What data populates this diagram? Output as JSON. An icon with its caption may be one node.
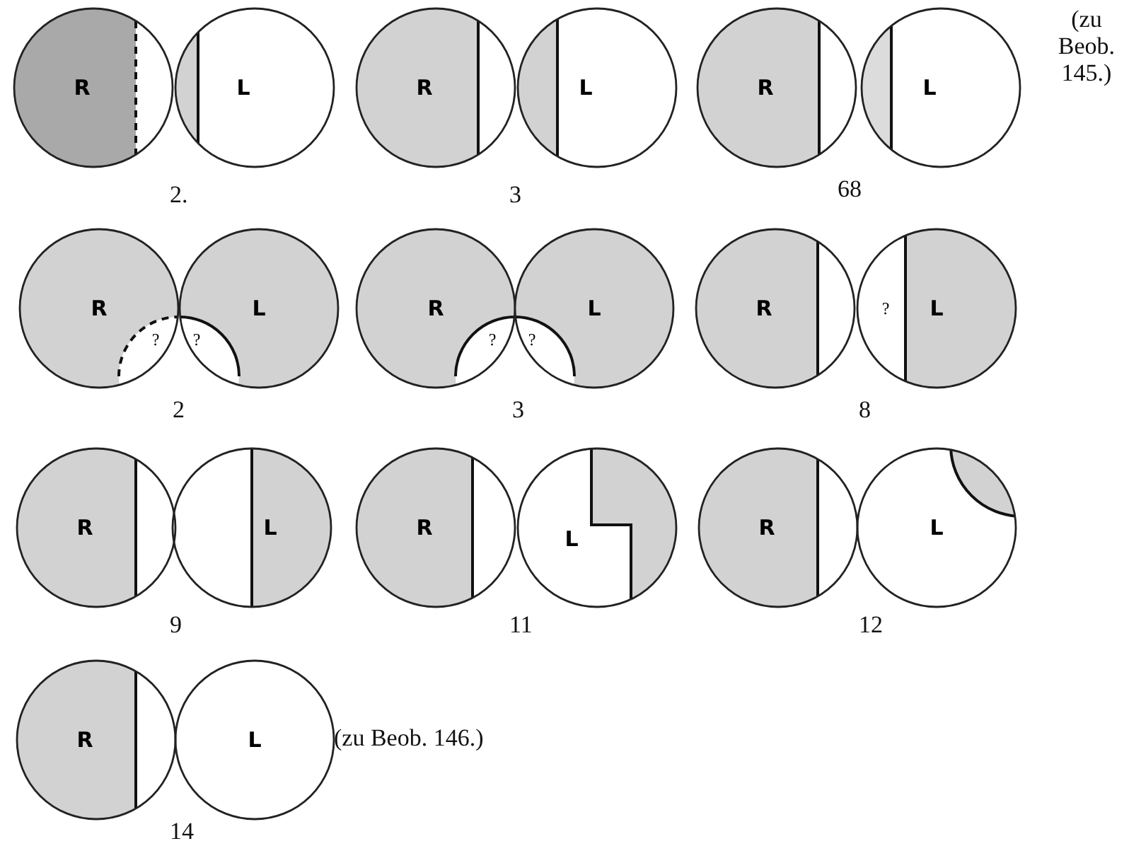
{
  "diagram": {
    "nodes": [
      {
        "text": [
          "R"
        ]
      },
      {
        "text": [
          "L"
        ]
      },
      {
        "text": [
          "R"
        ]
      },
      {
        "text": [
          "L"
        ]
      },
      {
        "text": [
          "R"
        ]
      },
      {
        "text": [
          "L"
        ]
      },
      {
        "text": [
          "R",
          "?"
        ]
      },
      {
        "text": [
          "L",
          "?"
        ]
      },
      {
        "text": [
          "R",
          "?"
        ]
      },
      {
        "text": [
          "L",
          "?"
        ]
      },
      {
        "text": [
          "R"
        ]
      },
      {
        "text": [
          "?",
          "L"
        ]
      },
      {
        "text": [
          "R"
        ]
      },
      {
        "text": [
          "L"
        ]
      },
      {
        "text": [
          "R"
        ]
      },
      {
        "text": [
          "L"
        ]
      },
      {
        "text": [
          "R"
        ]
      },
      {
        "text": [
          "L"
        ]
      },
      {
        "text": [
          "R"
        ]
      },
      {
        "text": [
          "L"
        ]
      }
    ],
    "labels": [
      "(zu Beob. 145.)",
      "2.",
      "3",
      "68",
      "2",
      "3",
      "8",
      "9",
      "11",
      "12",
      "(zu Beob. 146.)",
      "14"
    ]
  }
}
